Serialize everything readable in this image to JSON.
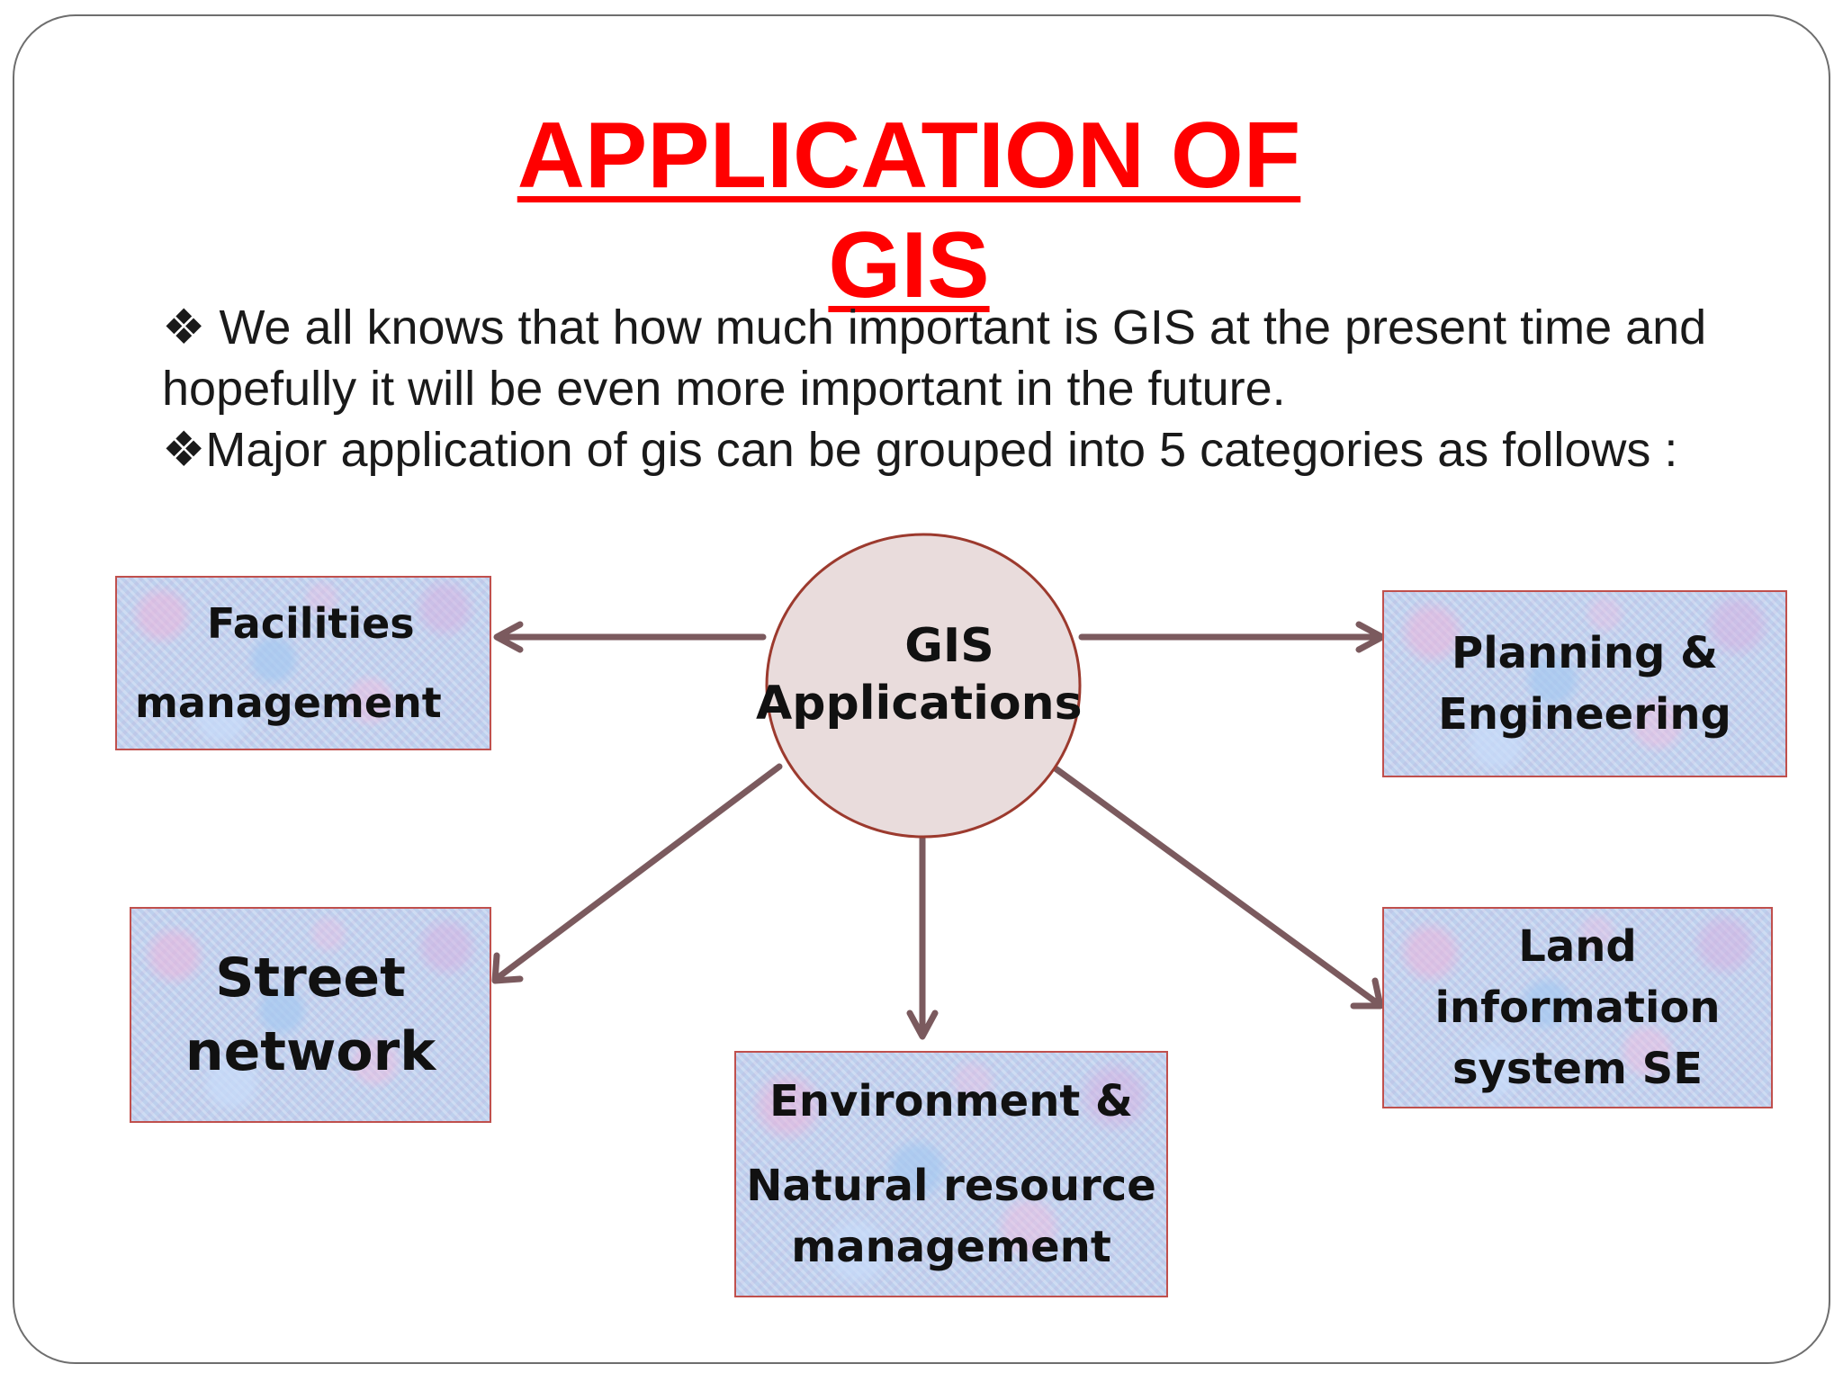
{
  "title": {
    "line1": "APPLICATION OF",
    "line2": "GIS"
  },
  "bullets": {
    "symbol": "❖",
    "item1": "We all knows that how much important is GIS at the present time and hopefully it will be even more important in the future.",
    "item2": "Major application of gis can be grouped into 5 categories as follows :"
  },
  "diagram": {
    "center": {
      "line1": "GIS",
      "line2": "Applications"
    },
    "facilities": {
      "line1": "Facilities",
      "line2": "management"
    },
    "planning": {
      "line1": "Planning &",
      "line2": "Engineering"
    },
    "street": {
      "line1": "Street",
      "line2": "network"
    },
    "environment": {
      "line1": "Environment &",
      "line2": "Natural resource",
      "line3": "management"
    },
    "land": {
      "line1": "Land",
      "line2": "information",
      "line3": "system SE"
    }
  },
  "colors": {
    "title": "#ff0000",
    "arrow": "#7b5a5e",
    "circle_fill": "#e9dcdc",
    "circle_stroke": "#9c3a2e",
    "box_border": "#c0504d"
  }
}
